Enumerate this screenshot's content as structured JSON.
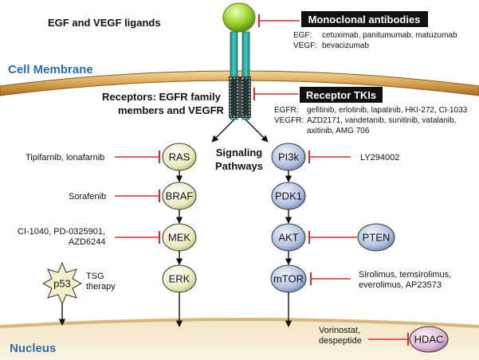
{
  "regions": {
    "membrane": "Cell Membrane",
    "nucleus": "Nucleus"
  },
  "ligand_label": "EGF and VEGF ligands",
  "receptor_label": [
    "Receptors: EGFR family",
    "members and VEGFR"
  ],
  "signaling_label": [
    "Signaling",
    "Pathways"
  ],
  "antibodies": {
    "title": "Monoclonal antibodies",
    "lines": [
      {
        "key": "EGF:",
        "value": "cetuximab, panitumumab, matuzumab"
      },
      {
        "key": "VEGF:",
        "value": "bevacizumab"
      }
    ]
  },
  "tkis": {
    "title": "Receptor TKIs",
    "lines": [
      {
        "key": "EGFR:",
        "value": "gefitinib, erlotinib, lapatinib, HKI-272, CI-1033"
      },
      {
        "key": "VEGFR:",
        "value": "AZD2171, vandetanib, sunitinib, vatalanib,"
      },
      {
        "key": "",
        "value": "axitinib, AMG 706"
      }
    ]
  },
  "left_pathway": [
    "RAS",
    "BRAF",
    "MEK",
    "ERK"
  ],
  "right_pathway": [
    "PI3k",
    "PDK1",
    "AKT",
    "mTOR"
  ],
  "inhibitors": {
    "ras": [
      "Tipifarnib, lonafarnib"
    ],
    "braf": [
      "Sorafenib"
    ],
    "mek": [
      "CI-1040, PD-0325901,",
      "AZD6244"
    ],
    "pi3k": [
      "LY294002"
    ],
    "akt_node": "PTEN",
    "mtor": [
      "Sirolimus, temsirolimus,",
      "everolimus, AP23573"
    ],
    "hdac": [
      "Vorinostat,",
      "despeptide"
    ],
    "hdac_node": "HDAC"
  },
  "p53": {
    "node": "p53",
    "label": [
      "TSG",
      "therapy"
    ]
  },
  "colors": {
    "region_text": "#2a6db0",
    "inhibitor_red": "#d62a2a",
    "left_node": "#eef0c8",
    "right_node": "#b7c6e4",
    "hdac_node": "#e2c3dd",
    "receptor": "#2aa8a0",
    "ligand": "#9bd12f"
  }
}
